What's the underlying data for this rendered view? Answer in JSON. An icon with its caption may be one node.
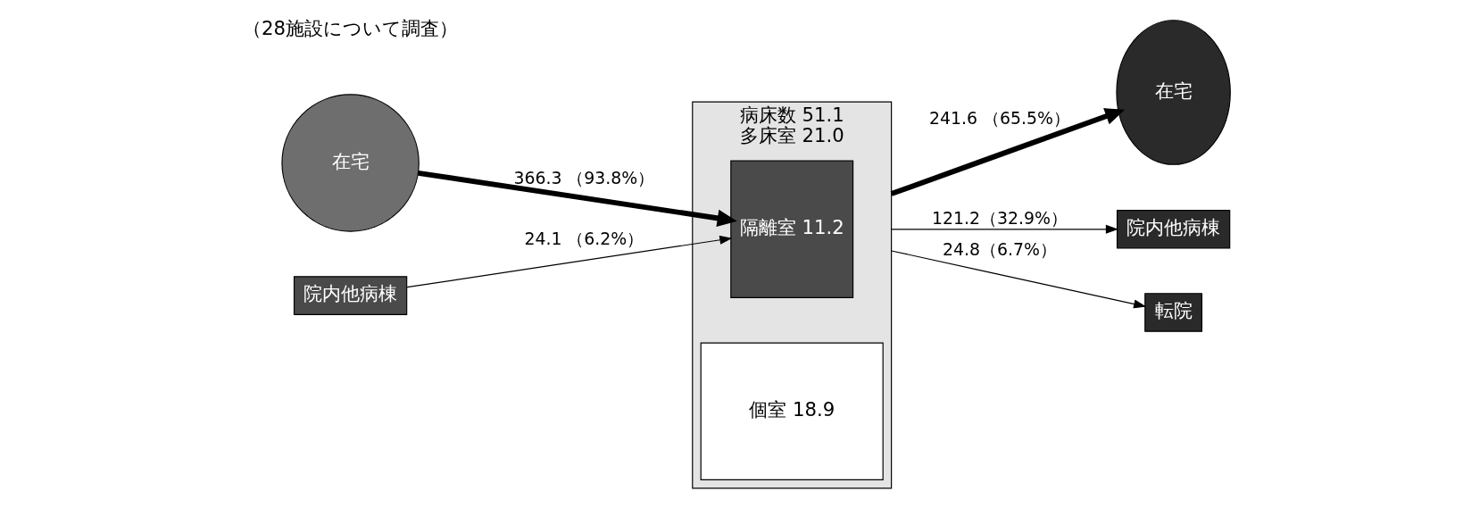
{
  "diagram": {
    "nodes": [
      {
        "text": [
          "在宅"
        ]
      },
      {
        "text": [
          "院内他病棟"
        ]
      },
      {
        "text": [
          "病床数 51.1",
          "多床室 21.0"
        ]
      },
      {
        "text": [
          "隔離室 11.2"
        ],
        "in": 2
      },
      {
        "text": [
          "個室 18.9"
        ],
        "in": 2
      },
      {
        "text": [
          "在宅"
        ]
      },
      {
        "text": [
          "院内他病棟"
        ]
      },
      {
        "text": [
          "転院"
        ]
      }
    ],
    "edges": [
      {
        "from": 0,
        "to": 3,
        "arrow": "to",
        "label": "366.3 （93.8%）",
        "style": "thick"
      },
      {
        "from": 1,
        "to": 3,
        "arrow": "to",
        "label": "24.1 （6.2%）"
      },
      {
        "from": 2,
        "to": 5,
        "arrow": "to",
        "label": "241.6 （65.5%）",
        "style": "thick"
      },
      {
        "from": 2,
        "to": 6,
        "arrow": "to",
        "label": "121.2（32.9%）"
      },
      {
        "from": 2,
        "to": 7,
        "arrow": "to",
        "label": "24.8（6.7%）"
      }
    ],
    "labels": [
      "（28施設について調査）"
    ]
  }
}
